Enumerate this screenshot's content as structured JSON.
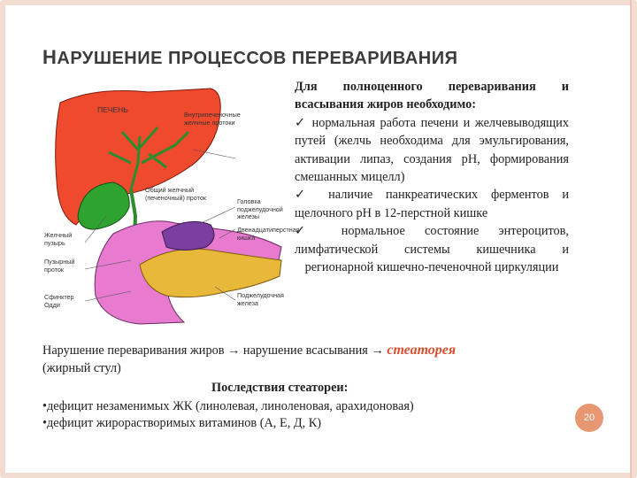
{
  "slide": {
    "title_first": "Н",
    "title_rest": "АРУШЕНИЕ ПРОЦЕССОВ ПЕРЕВАРИВАНИЯ",
    "page_number": "20",
    "accent_color": "#e79771"
  },
  "text": {
    "intro": "Для полноценного переваривания и всасывания жиров необходимо:",
    "check_symbol": "✓",
    "item1": "нормальная работа печени и желчевыводящих путей (желчь необходима для эмульгирования, активации липаз, создания pH, формирования смешанных мицелл)",
    "item2": "наличие панкреатических ферментов и щелочного pH в 12-перстной кишке",
    "item3": "нормальное состояние энтероцитов, лимфатической системы кишечника и регионарной кишечно-печеночной циркуляции"
  },
  "summary": {
    "line": "Нарушение переваривания жиров → нарушение всасывания →",
    "steatorrhea": "стеаторея",
    "note": "(жирный стул)"
  },
  "consequences": {
    "title": "Последствия стеатореи:",
    "bullet1": "•дефицит незаменимых ЖК (линолевая, линоленовая, арахидоновая)",
    "bullet2": "•дефицит жирорастворимых витаминов (А, Е, Д, К)"
  },
  "diagram": {
    "liver": "ПЕЧЕНЬ",
    "intrahepatic_ducts": "Внутрипеченочные желчные протоки",
    "common_duct": "Общий желчный (печеночный) проток",
    "gallbladder": "Желчный пузырь",
    "cystic_duct": "Пузырный проток",
    "sphincter": "Сфинктер Одди",
    "pancreas_head": "Головка поджелудочной железы",
    "duodenum": "Двенадцатиперстная кишка",
    "pancreas": "Поджелудочная железа",
    "colors": {
      "liver": "#f04a2e",
      "gallbladder": "#2fa32f",
      "pancreas": "#e8b83a",
      "duodenum": "#e87bd0",
      "head": "#7a3fa0"
    }
  }
}
